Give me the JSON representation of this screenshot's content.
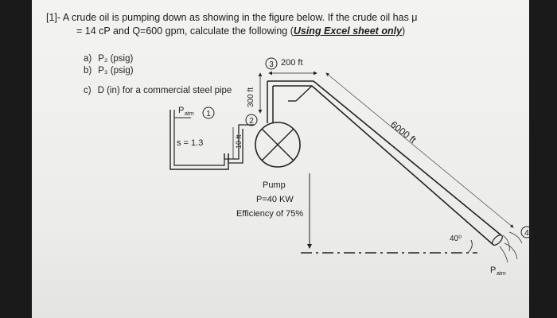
{
  "problem": {
    "number": "[1]-",
    "line1": "A crude oil is pumping down as showing in the figure below. If the crude oil has μ",
    "line2_pre": "= 14 cP and Q=600 gpm, calculate the following (",
    "line2_em": "Using Excel sheet only",
    "line2_post": ")"
  },
  "questions": [
    {
      "letter": "a)",
      "text": "P₂ (psig)"
    },
    {
      "letter": "b)",
      "text": "P₃ (psig)"
    },
    {
      "letter": "c)",
      "text": "D (in) for a commercial steel pipe"
    }
  ],
  "figure": {
    "patm_left": "P",
    "patm_left_sub": "atm",
    "node1": "1",
    "node2": "2",
    "node3": "3",
    "node4": "4",
    "sg": "s = 1.3",
    "dim_10ft": "10 ft",
    "dim_300ft": "300 ft",
    "dim_200ft": "200 ft",
    "dim_6000ft": "6000 ft",
    "angle": "40⁰",
    "pump_label": "Pump",
    "pump_power": "P=40 KW",
    "pump_eff": "Efficiency of 75%",
    "patm_right": "P",
    "patm_right_sub": "atm"
  },
  "colors": {
    "paper": "#efefed",
    "ink": "#1c1c1c",
    "pipe": "#2a2a2a"
  }
}
